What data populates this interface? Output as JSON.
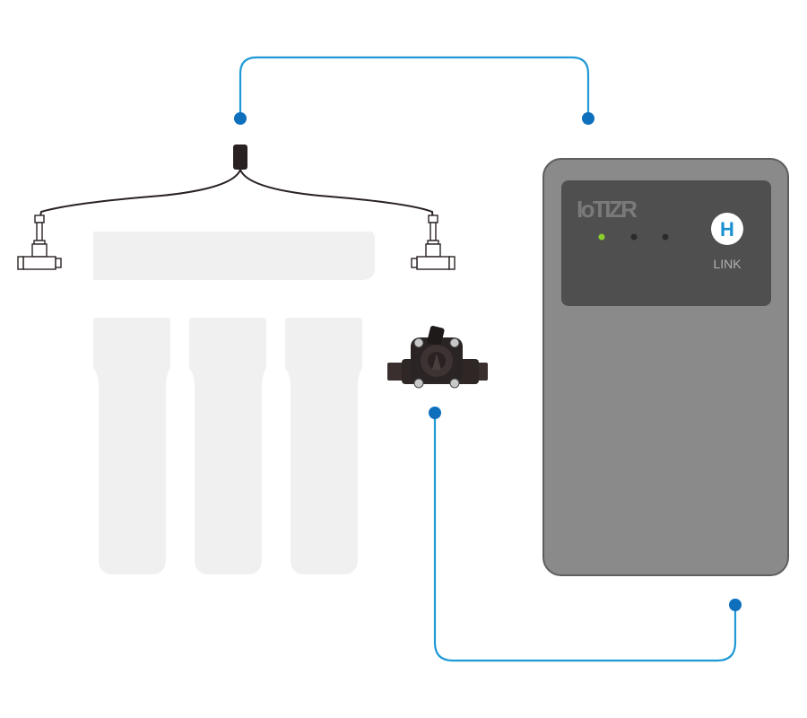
{
  "device": {
    "brand": "IoTIZR",
    "badge_letter": "H",
    "link_label": "LINK",
    "leds": [
      {
        "name": "led-1",
        "state": "on",
        "color": "#8ccf2d"
      },
      {
        "name": "led-2",
        "state": "off",
        "color": "#2b2b2b"
      },
      {
        "name": "led-3",
        "state": "off",
        "color": "#2b2b2b"
      }
    ]
  },
  "colors": {
    "cable": "#1f9ad6",
    "endpoint": "#0e6fbd",
    "housing": "#8a8a8a",
    "housing_border": "#5e5e5e",
    "panel": "#4f4f4f",
    "badge_bg": "#ffffff",
    "badge_text": "#1a8fd1",
    "filter_ghost": "#f0f0f0",
    "sensor_body": "#3a2f2f"
  },
  "icons": [
    "tee-valve-icon",
    "water-flow-sensor-icon",
    "cable-connector-icon",
    "filter-cartridge-icon"
  ]
}
